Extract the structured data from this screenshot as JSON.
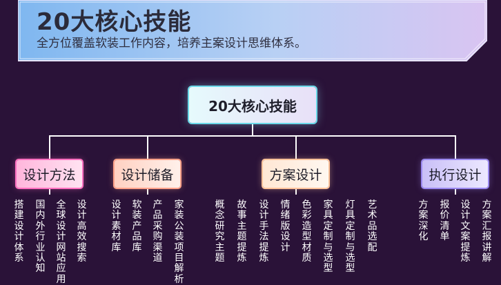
{
  "header": {
    "title": "20大核心技能",
    "subtitle": "全方位覆盖软装工作内容，培养主案设计思维体系。"
  },
  "root": {
    "label": "20大核心技能"
  },
  "categories": [
    {
      "label": "设计方法",
      "items": [
        "搭建设计体系",
        "国内外行业认知",
        "全球设计网站应用",
        "设计高效搜索"
      ]
    },
    {
      "label": "设计储备",
      "items": [
        "设计素材库",
        "软装产品库",
        "产品采购渠道",
        "家装公装项目解析"
      ]
    },
    {
      "label": "方案设计",
      "items": [
        "概念研究主题",
        "故事主题提炼",
        "设计手法提炼",
        "情绪版设计",
        "色彩造型材质",
        "家具定制与选型",
        "灯具定制与选型",
        "艺术品选配"
      ]
    },
    {
      "label": "执行设计",
      "items": [
        "方案深化",
        "报价清单",
        "设计文案提炼",
        "方案汇报讲解"
      ]
    }
  ],
  "colors": {
    "background": "#2a1238",
    "lines": "#ffffff",
    "cat1_accent": "#ff6fc0",
    "cat2_accent": "#ffa28a",
    "cat3_accent": "#ffc39b",
    "cat4_accent": "#9a88f0"
  }
}
